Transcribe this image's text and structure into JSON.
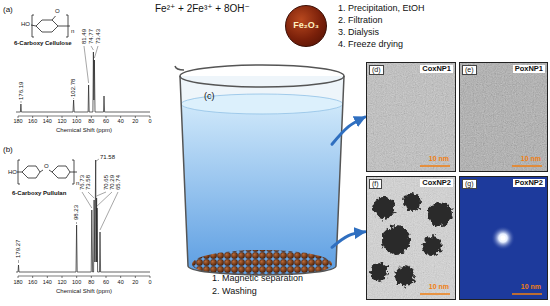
{
  "diagram": {
    "nodes": [
      {
        "text": [
          "Fe₂O₃"
        ]
      },
      {
        "text": [
          "(c)"
        ]
      },
      {
        "text": [
          "(d)",
          "CoxNP1",
          "10 nm"
        ]
      },
      {
        "text": [
          "(e)",
          "PoxNP1",
          "10 nm"
        ]
      },
      {
        "text": [
          "(f)",
          "CoxNP2",
          "10 nm"
        ]
      },
      {
        "text": [
          "(g)",
          "PoxNP2",
          "10 nm"
        ]
      }
    ],
    "edges": [
      {
        "from": 1,
        "to": 2,
        "arrow": "to"
      },
      {
        "from": 1,
        "to": 4,
        "arrow": "to"
      }
    ],
    "labels": [
      "Fe²⁺ + 2Fe³⁺ + 8OH⁻",
      "(a)",
      "HO",
      "O",
      "n",
      "6-Carboxy Cellulose",
      "176.19",
      "102.78",
      "81.49",
      "74.77",
      "73.43",
      "180",
      "160",
      "140",
      "120",
      "100",
      "80",
      "60",
      "40",
      "20",
      "0",
      "Chemical Shift (ppm)",
      "(b)",
      "O",
      "HO",
      "n",
      "6-Carboxy Pullulan",
      "179.27",
      "98.23",
      "71.58",
      "76.73",
      "73.58",
      "70.65",
      "70.29",
      "65.74",
      "180",
      "160",
      "140",
      "120",
      "100",
      "80",
      "60",
      "40",
      "20",
      "0",
      "Chemical Shift (ppm)",
      "1. Precipitation, EtOH",
      "2. Filtration",
      "3. Dialysis",
      "4. Freeze drying",
      "1. Magnetic separation",
      "2. Washing"
    ]
  }
}
